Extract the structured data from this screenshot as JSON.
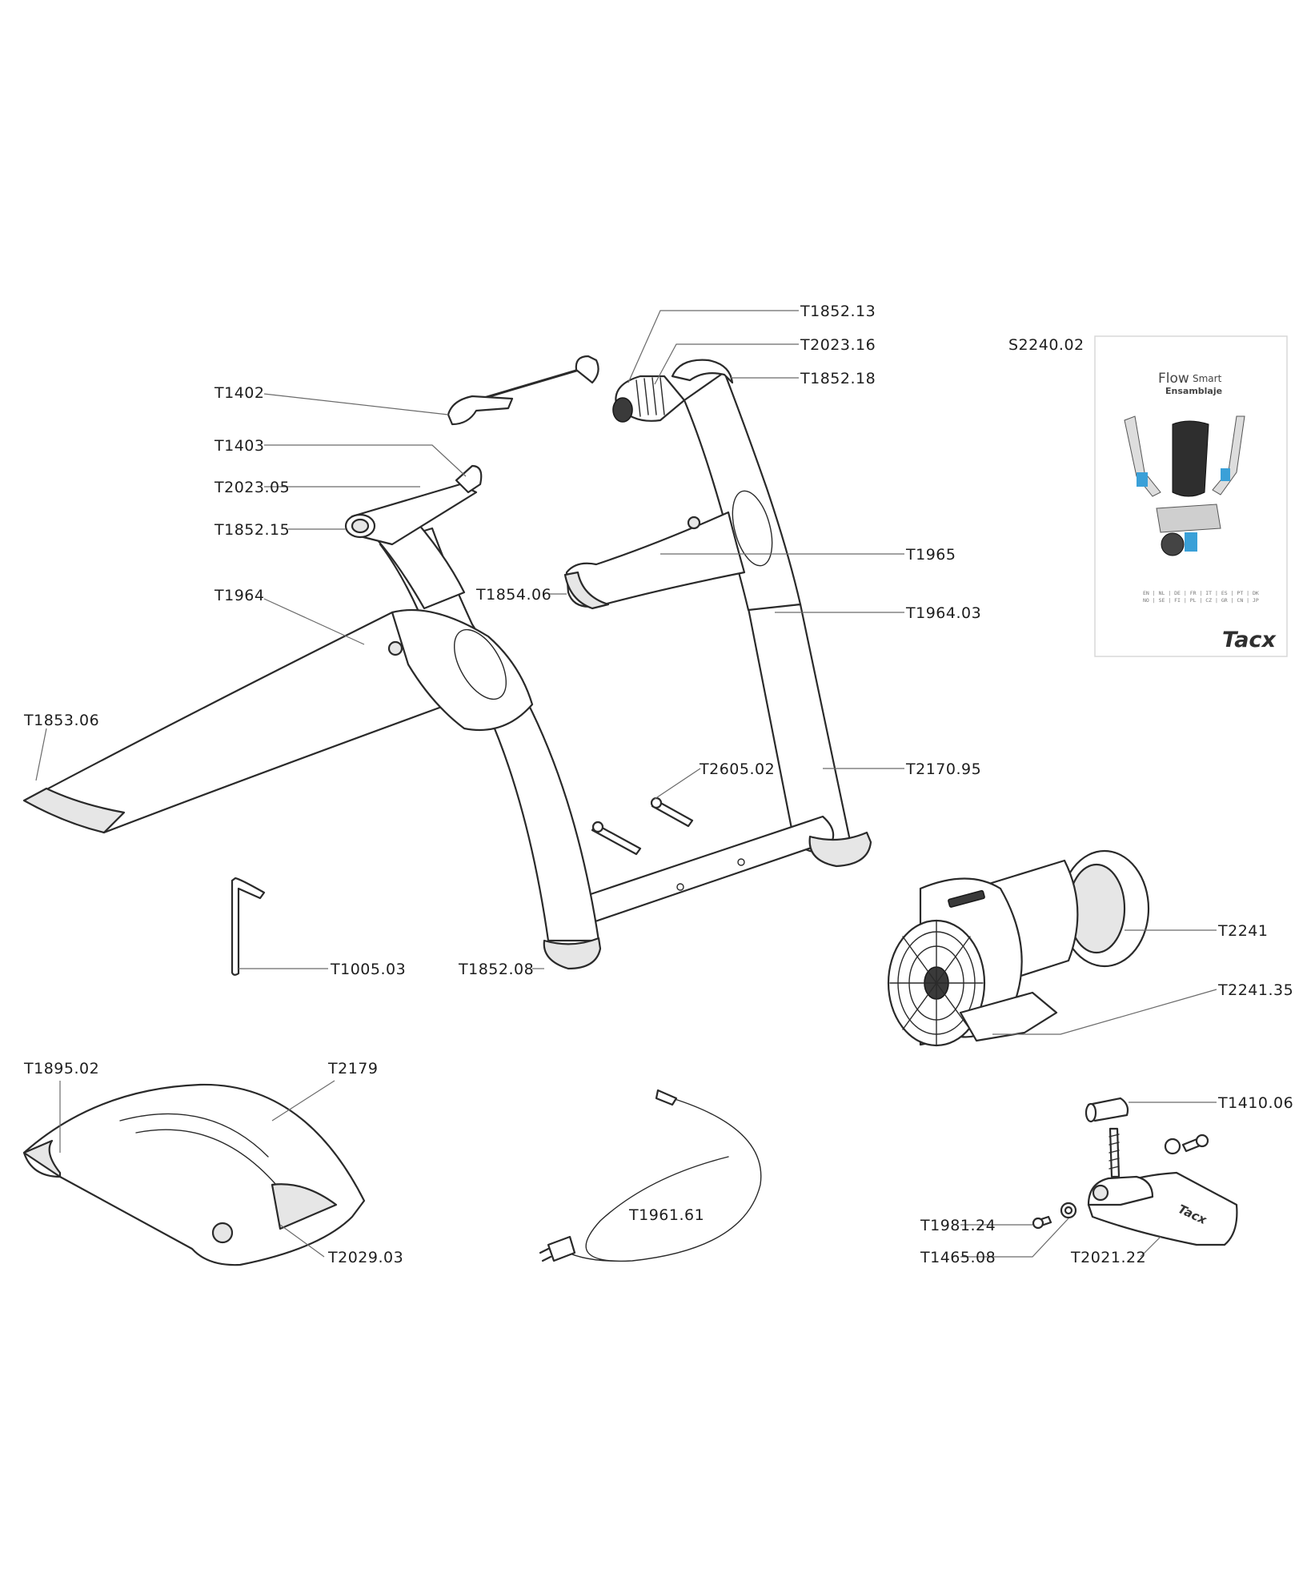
{
  "labels": {
    "t1852_13": "T1852.13",
    "t2023_16": "T2023.16",
    "t1852_18": "T1852.18",
    "s2240_02": "S2240.02",
    "t1402": "T1402",
    "t1403": "T1403",
    "t2023_05": "T2023.05",
    "t1852_15": "T1852.15",
    "t1965": "T1965",
    "t1964": "T1964",
    "t1854_06": "T1854.06",
    "t1964_03": "T1964.03",
    "t1853_06": "T1853.06",
    "t2605_02": "T2605.02",
    "t2170_95": "T2170.95",
    "t1005_03": "T1005.03",
    "t1852_08": "T1852.08",
    "t2241": "T2241",
    "t2241_35": "T2241.35",
    "t1895_02": "T1895.02",
    "t2179": "T2179",
    "t1410_06": "T1410.06",
    "t1961_61": "T1961.61",
    "t1981_24": "T1981.24",
    "t1465_08": "T1465.08",
    "t2029_03": "T2029.03",
    "t2021_22": "T2021.22"
  },
  "manual": {
    "title": "Flow",
    "title_suffix": "Smart",
    "subtitle": "Ensamblaje",
    "languages_row1": "EN | NL | DE | FR | IT | ES | PT | DK",
    "languages_row2": "NO | SE | FI | PL | CZ | GR | CN | JP",
    "brand": "Tacx"
  },
  "footplate": {
    "brand": "Tacx"
  },
  "colors": {
    "stroke": "#2a2a2a",
    "accent_blue": "#3aa0d8",
    "leader": "#6a6a6a"
  }
}
